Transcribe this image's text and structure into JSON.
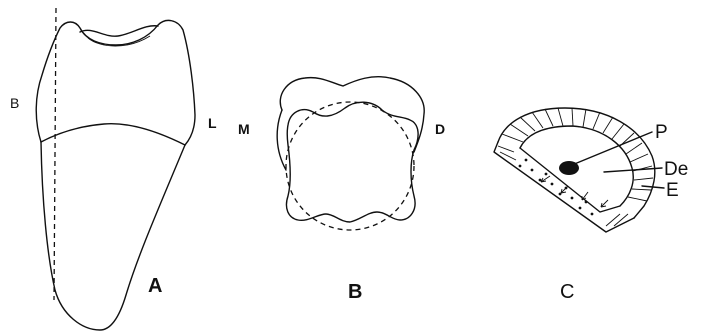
{
  "figure_a": {
    "panel_label": "A",
    "side_left": "B",
    "side_right": "L"
  },
  "figure_b": {
    "panel_label": "B",
    "side_left": "M",
    "side_right": "D"
  },
  "figure_c": {
    "panel_label": "C",
    "callouts": [
      "P",
      "De",
      "E"
    ]
  }
}
